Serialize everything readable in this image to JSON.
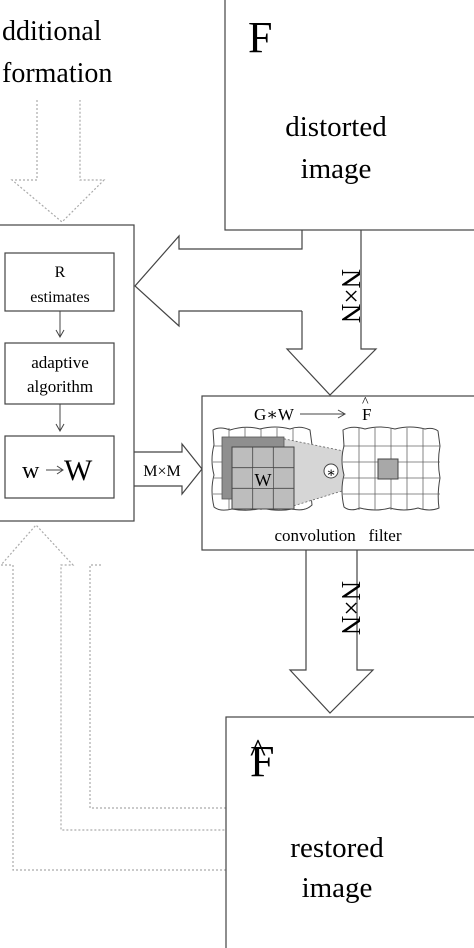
{
  "additional_info": {
    "line1": "dditional",
    "line2": "formation"
  },
  "distorted_image": {
    "symbol": "F",
    "line1": "distorted",
    "line2": "image"
  },
  "size_labels": {
    "top": "N×N",
    "mid": "M×M",
    "bottom": "N×N"
  },
  "processor": {
    "r_estimates": {
      "line1": "R",
      "line2": "estimates"
    },
    "adaptive": {
      "line1": "adaptive",
      "line2": "algorithm"
    },
    "w_transform": {
      "small_w": "w",
      "big_w": "W"
    }
  },
  "filter": {
    "formula_left": "G∗W",
    "formula_right": "F",
    "hat": "^",
    "kernel_label": "W",
    "conv_symbol": "∗",
    "caption": "convolution   filter"
  },
  "restored_image": {
    "symbol": "F",
    "hat": "^",
    "line1": "restored",
    "line2": "image"
  },
  "colors": {
    "line": "#444444",
    "dotted": "#aaaaaa",
    "kernel_fill": "#bdbdbd",
    "kernel_shadow": "#8f8f8f",
    "cone_fill": "#d6d6d6",
    "output_pixel": "#a8a8a8"
  }
}
